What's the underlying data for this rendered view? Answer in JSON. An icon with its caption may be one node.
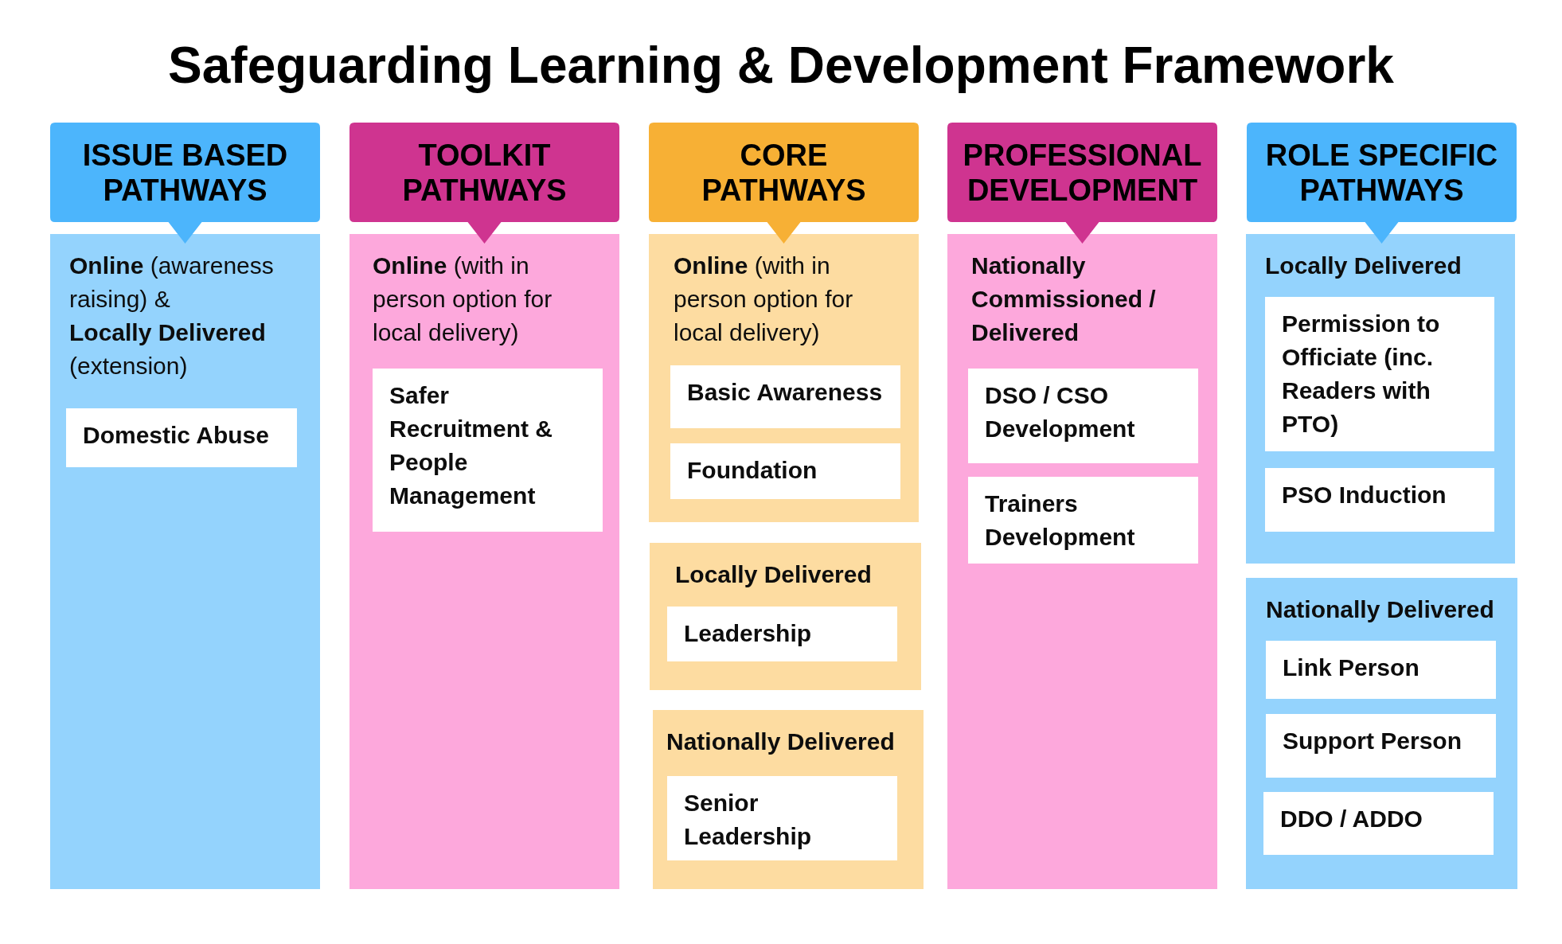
{
  "diagram": {
    "title": "Safeguarding Learning & Development Framework",
    "nodes": [
      {
        "text": [
          "ISSUE BASED PATHWAYS"
        ]
      },
      {
        "text": [
          "**Online** (awareness raising) & **Locally Delivered** (extension)"
        ]
      },
      {
        "text": [
          "Domestic Abuse"
        ],
        "in": 1
      },
      {
        "text": [
          "TOOLKIT PATHWAYS"
        ]
      },
      {
        "text": [
          "**Online** (with in person option for local delivery)"
        ]
      },
      {
        "text": [
          "Safer Recruitment & People Management"
        ],
        "in": 4
      },
      {
        "text": [
          "CORE PATHWAYS"
        ]
      },
      {
        "text": [
          "**Online** (with in person option for local delivery)"
        ]
      },
      {
        "text": [
          "Basic Awareness"
        ],
        "in": 7
      },
      {
        "text": [
          "Foundation"
        ],
        "in": 7
      },
      {
        "text": [
          "Locally Delivered"
        ]
      },
      {
        "text": [
          "Leadership"
        ],
        "in": 10
      },
      {
        "text": [
          "Nationally Delivered"
        ]
      },
      {
        "text": [
          "Senior Leadership"
        ],
        "in": 12
      },
      {
        "text": [
          "PROFESSIONAL DEVELOPMENT"
        ]
      },
      {
        "text": [
          "Nationally Commissioned / Delivered"
        ]
      },
      {
        "text": [
          "DSO / CSO Development"
        ],
        "in": 15
      },
      {
        "text": [
          "Trainers Development"
        ],
        "in": 15
      },
      {
        "text": [
          "ROLE SPECIFIC PATHWAYS"
        ]
      },
      {
        "text": [
          "Locally Delivered"
        ]
      },
      {
        "text": [
          "Permission to Officiate (inc. Readers with PTO)"
        ],
        "in": 19
      },
      {
        "text": [
          "PSO Induction"
        ],
        "in": 19
      },
      {
        "text": [
          "Nationally Delivered"
        ]
      },
      {
        "text": [
          "Link Person"
        ],
        "in": 22
      },
      {
        "text": [
          "Support Person"
        ],
        "in": 22
      },
      {
        "text": [
          "DDO / ADDO"
        ],
        "in": 22
      }
    ]
  }
}
